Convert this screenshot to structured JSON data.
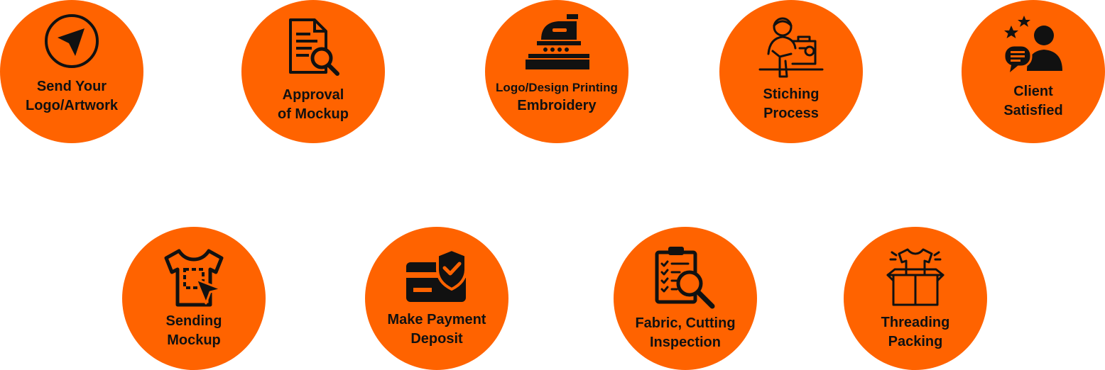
{
  "colors": {
    "circle": "#ff6300",
    "ink": "#111111",
    "background": "#ffffff"
  },
  "steps": [
    {
      "icon": "send-icon",
      "lines": [
        "Send Your",
        "Logo/Artwork"
      ]
    },
    {
      "icon": "document-search-icon",
      "lines": [
        "Approval",
        "of Mockup"
      ]
    },
    {
      "icon": "embroidery-machine-icon",
      "lines": [
        "Logo/Design Printing",
        "Embroidery"
      ]
    },
    {
      "icon": "sewing-worker-icon",
      "lines": [
        "Stiching",
        "Process"
      ]
    },
    {
      "icon": "satisfied-client-icon",
      "lines": [
        "Client",
        "Satisfied"
      ]
    },
    {
      "icon": "tshirt-design-icon",
      "lines": [
        "Sending",
        "Mockup"
      ]
    },
    {
      "icon": "payment-shield-icon",
      "lines": [
        "Make Payment",
        "Deposit"
      ]
    },
    {
      "icon": "clipboard-inspection-icon",
      "lines": [
        "Fabric, Cutting",
        "Inspection"
      ]
    },
    {
      "icon": "tshirt-box-icon",
      "lines": [
        "Threading",
        "Packing"
      ]
    }
  ]
}
